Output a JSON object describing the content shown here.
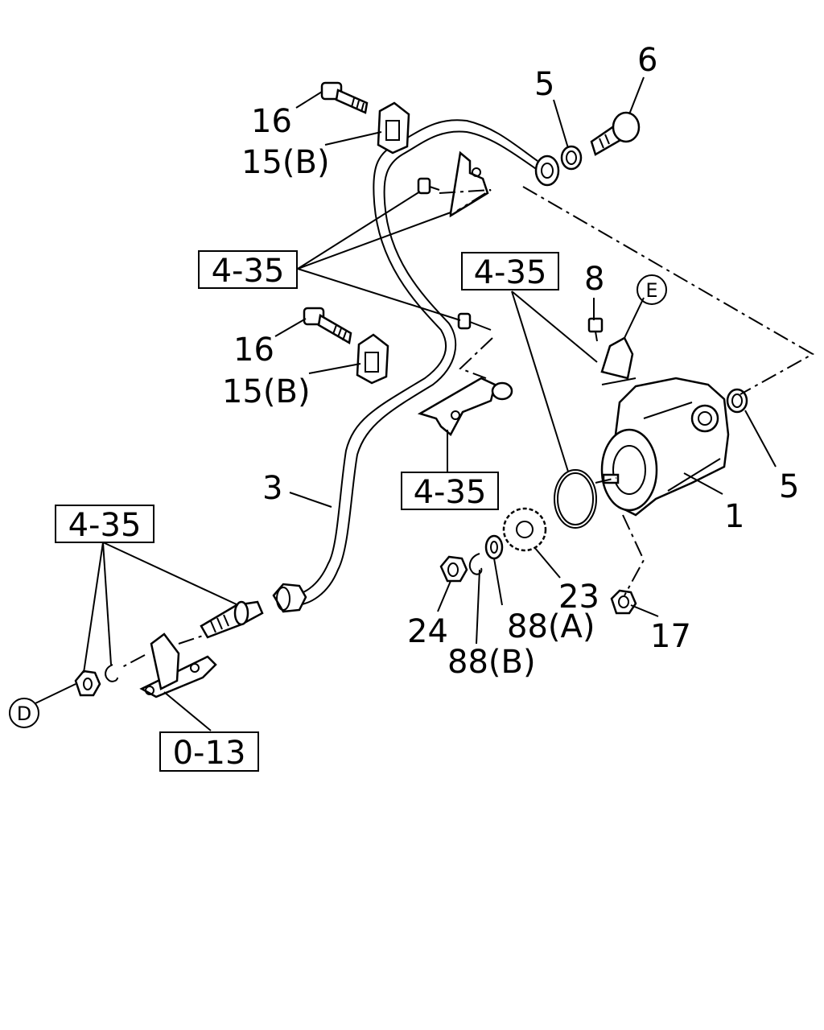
{
  "callouts": {
    "c16a": "16",
    "c15a": "15(B)",
    "c5a": "5",
    "c6": "6",
    "c8": "8",
    "c16b": "16",
    "c15b": "15(B)",
    "c3": "3",
    "c1": "1",
    "c5b": "5",
    "c23": "23",
    "c24": "24",
    "c88a": "88(A)",
    "c88b": "88(B)",
    "c17": "17"
  },
  "refs": {
    "r1": "4-35",
    "r2": "4-35",
    "r3": "4-35",
    "r4": "4-35",
    "r5": "0-13"
  },
  "connectors": {
    "e": "E",
    "d": "D"
  }
}
